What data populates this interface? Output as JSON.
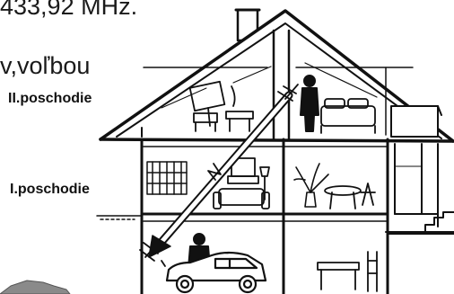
{
  "text": {
    "top_fragment": "433,92 MHz.",
    "mid_fragment": "v,voľbou"
  },
  "labels": {
    "second_floor": "II.poschodie",
    "first_floor": "I.poschodie"
  },
  "colors": {
    "ink": "#111111",
    "paper": "#ffffff",
    "corner_gray": "#8a8a8a"
  },
  "icons": [
    "house-diagram",
    "signal-arrow-icon",
    "person-icon",
    "car-icon",
    "stairs-icon",
    "tv-icon",
    "bed-icon",
    "bookshelf-icon",
    "plant-icon",
    "table-icon",
    "lamp-icon"
  ]
}
